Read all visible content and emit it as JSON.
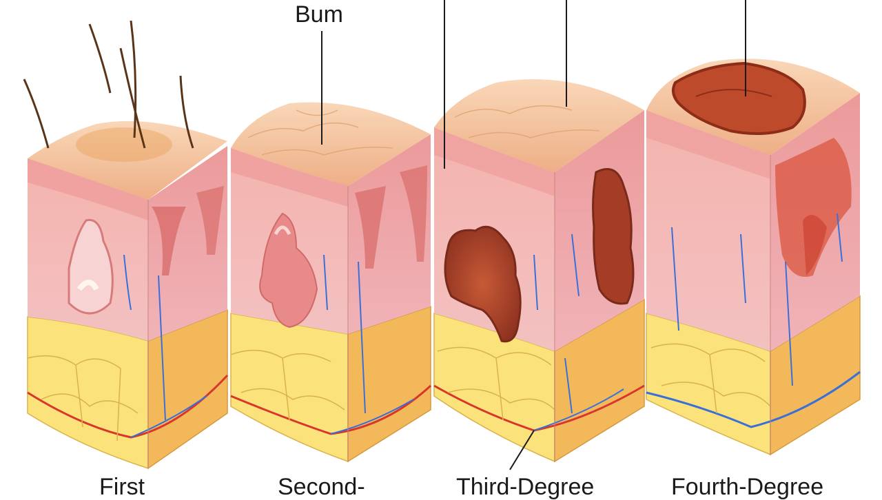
{
  "diagram": {
    "title_label": "Bum",
    "stages": [
      {
        "label": "First"
      },
      {
        "label": "Second-"
      },
      {
        "label": "Third-Degree"
      },
      {
        "label": "Fourth-Degree"
      }
    ]
  },
  "colors": {
    "epidermis": "#f6c4a3",
    "dermis": "#f2a7a7",
    "fat": "#fbe27a",
    "fat_side": "#f3b85a",
    "artery": "#d8362a",
    "vein": "#3a6fd8",
    "burn": "#b8482b"
  }
}
